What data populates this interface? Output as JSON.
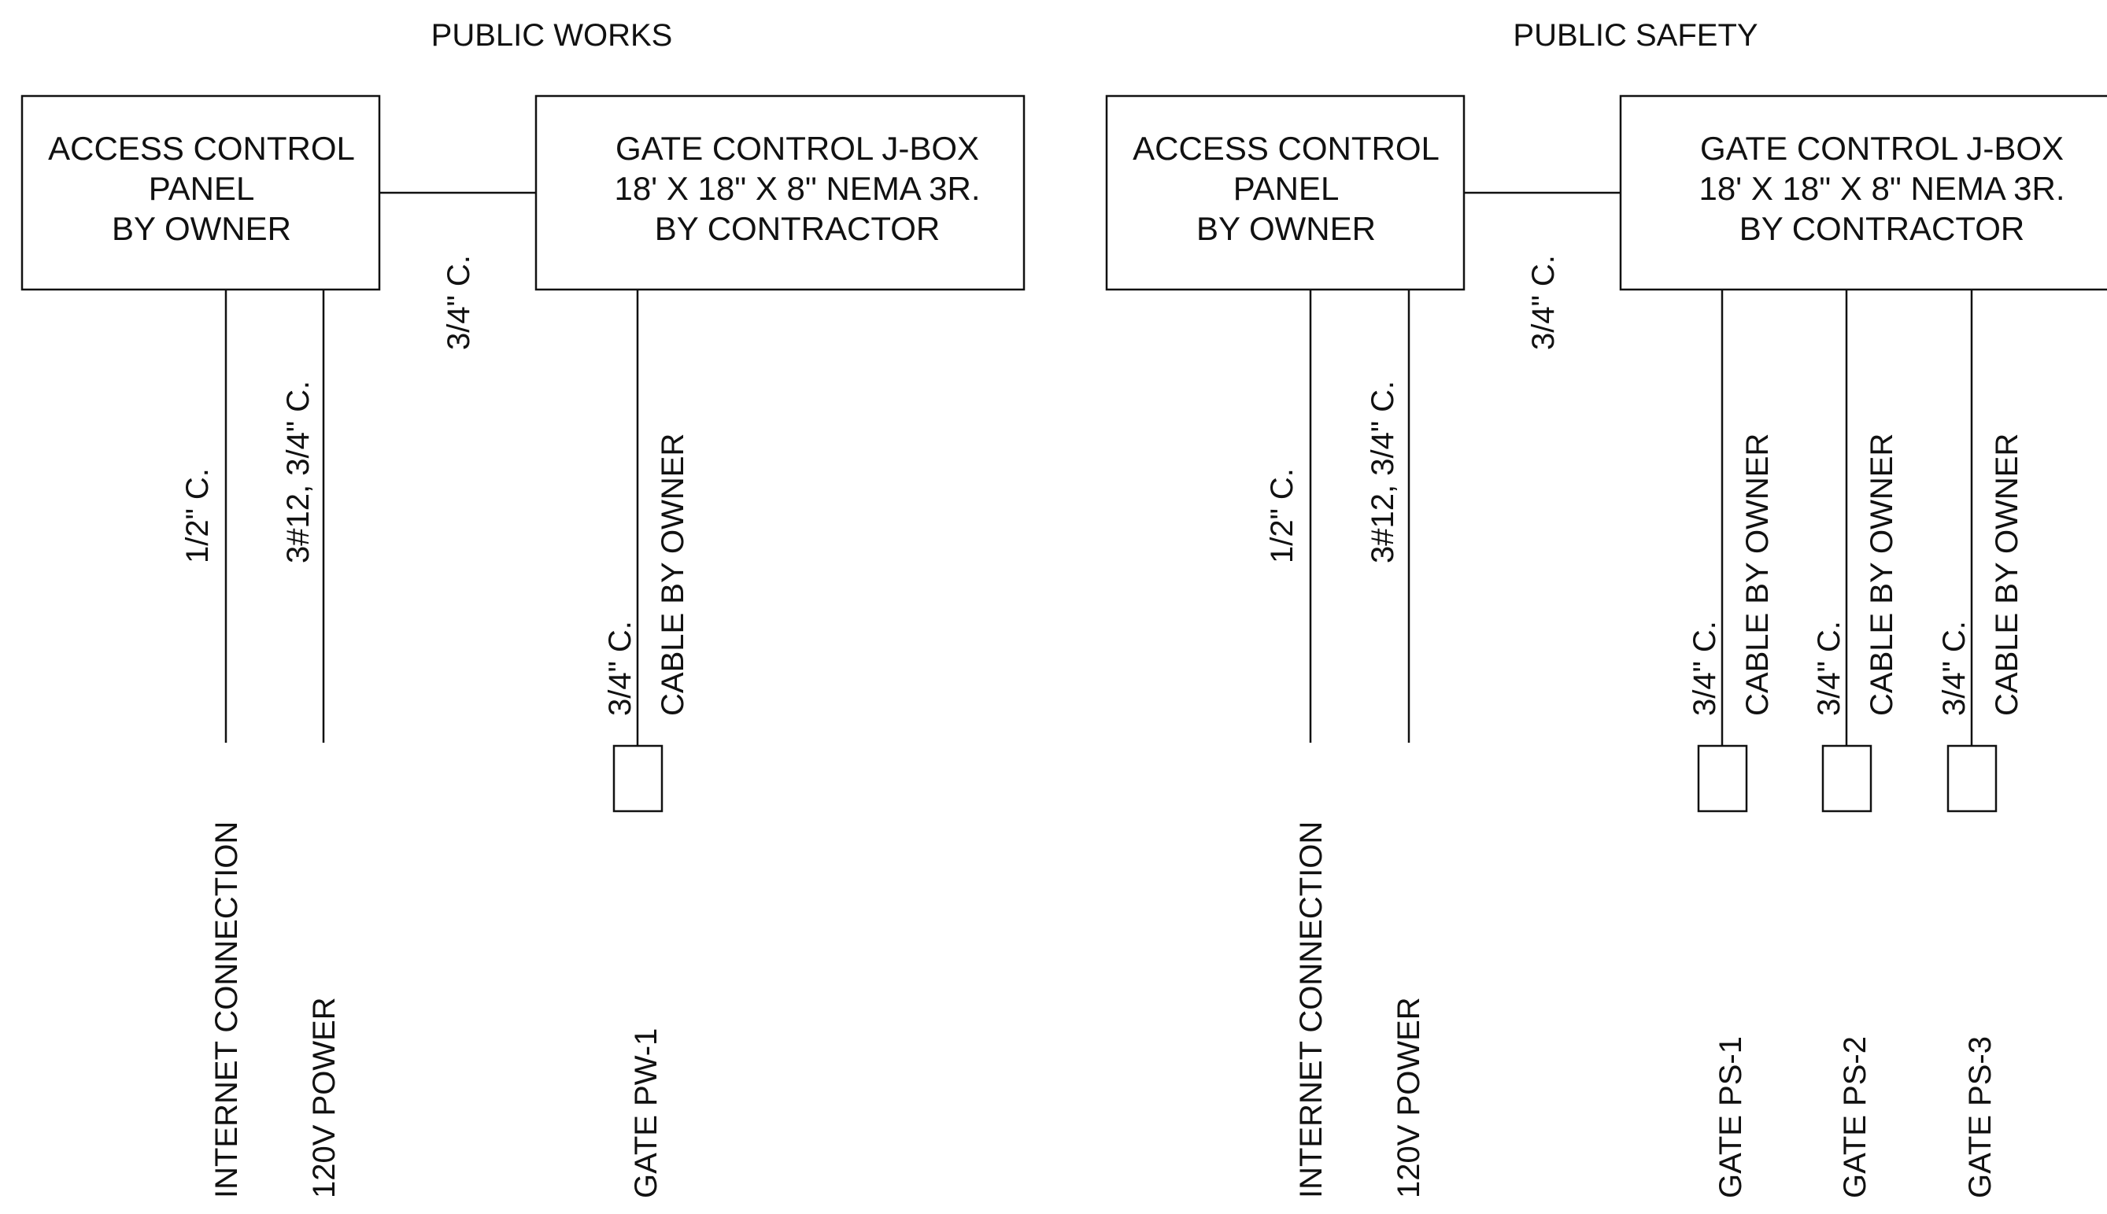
{
  "sections": [
    {
      "title": "PUBLIC WORKS",
      "access_panel": [
        "ACCESS CONTROL",
        "PANEL",
        "BY OWNER"
      ],
      "jbox": [
        "GATE CONTROL J-BOX",
        "18' X 18\" X 8\" NEMA 3R.",
        "BY CONTRACTOR"
      ],
      "link_conduit": "3/4\" C.",
      "internet_conduit": "1/2\" C.",
      "power_conduit": "3#12, 3/4\" C.",
      "internet_label": "INTERNET CONNECTION",
      "power_label": "120V POWER",
      "gates": [
        {
          "conduit": "3/4\" C.",
          "cable": "CABLE BY OWNER",
          "label": "GATE PW-1"
        }
      ]
    },
    {
      "title": "PUBLIC SAFETY",
      "access_panel": [
        "ACCESS CONTROL",
        "PANEL",
        "BY OWNER"
      ],
      "jbox": [
        "GATE CONTROL J-BOX",
        "18' X 18\" X 8\" NEMA 3R.",
        "BY CONTRACTOR"
      ],
      "link_conduit": "3/4\" C.",
      "internet_conduit": "1/2\" C.",
      "power_conduit": "3#12, 3/4\" C.",
      "internet_label": "INTERNET CONNECTION",
      "power_label": "120V POWER",
      "gates": [
        {
          "conduit": "3/4\" C.",
          "cable": "CABLE BY OWNER",
          "label": "GATE PS-1"
        },
        {
          "conduit": "3/4\" C.",
          "cable": "CABLE BY OWNER",
          "label": "GATE PS-2"
        },
        {
          "conduit": "3/4\" C.",
          "cable": "CABLE BY OWNER",
          "label": "GATE PS-3"
        }
      ]
    }
  ]
}
